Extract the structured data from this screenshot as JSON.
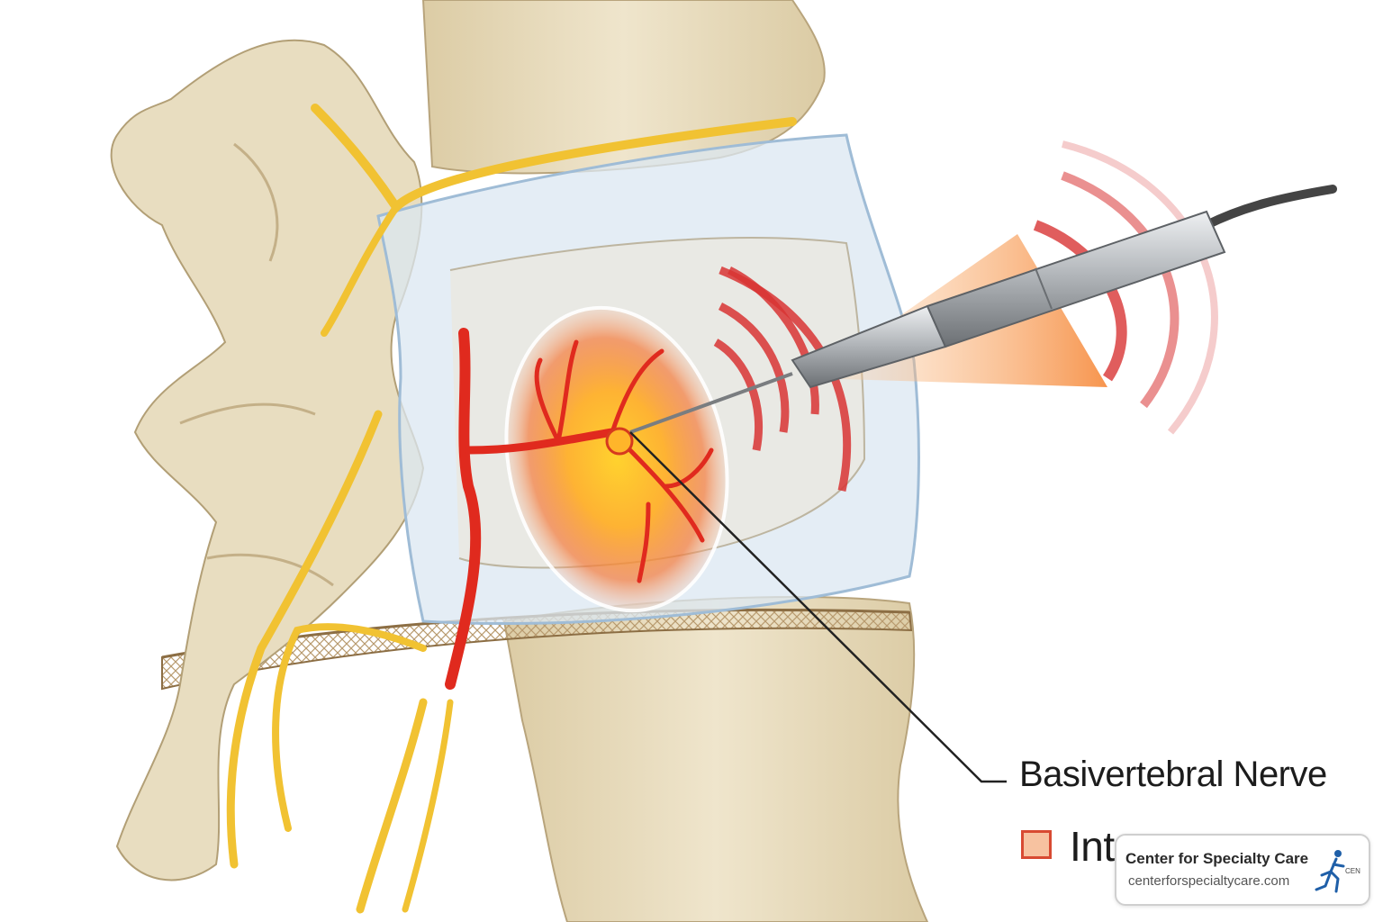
{
  "labels": {
    "nerve": "Basivertebral Nerve",
    "legend_partial": "Int"
  },
  "watermark": {
    "title": "Center for Specialty Care",
    "url": "centerforspecialtycare.com",
    "logo_text": "CEN"
  },
  "colors": {
    "bone": "#ece1c6",
    "bone_shadow": "#cdbb93",
    "nerve_yellow": "#f1c232",
    "nerve_red": "#e02a1e",
    "disc_blue": "#cfe0ee",
    "signal_red": "#d83434",
    "probe_steel": "#a9acb0",
    "legend_fill": "#f7c2a0",
    "brand_blue": "#1f5fa8"
  },
  "icons": [
    "running-figure-logo-icon",
    "radiofrequency-probe-icon"
  ]
}
